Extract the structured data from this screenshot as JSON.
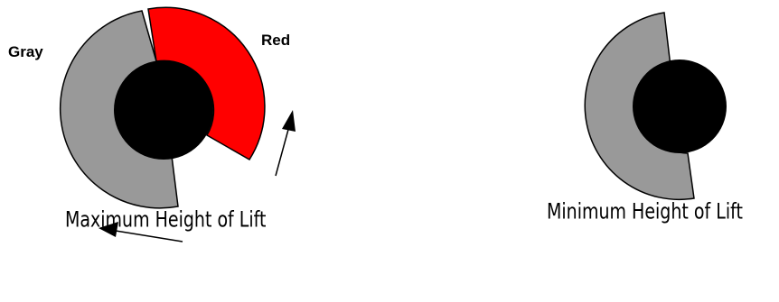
{
  "colors": {
    "background": "#ffffff",
    "red_segment": "#ff0000",
    "gray_segment": "#999999",
    "hub": "#000000",
    "outline": "#000000"
  },
  "left_figure": {
    "gray_label": "Gray",
    "red_label": "Red",
    "caption": "Maximum Height of Lift"
  },
  "right_figure": {
    "caption": "Minimum Height of Lift"
  }
}
